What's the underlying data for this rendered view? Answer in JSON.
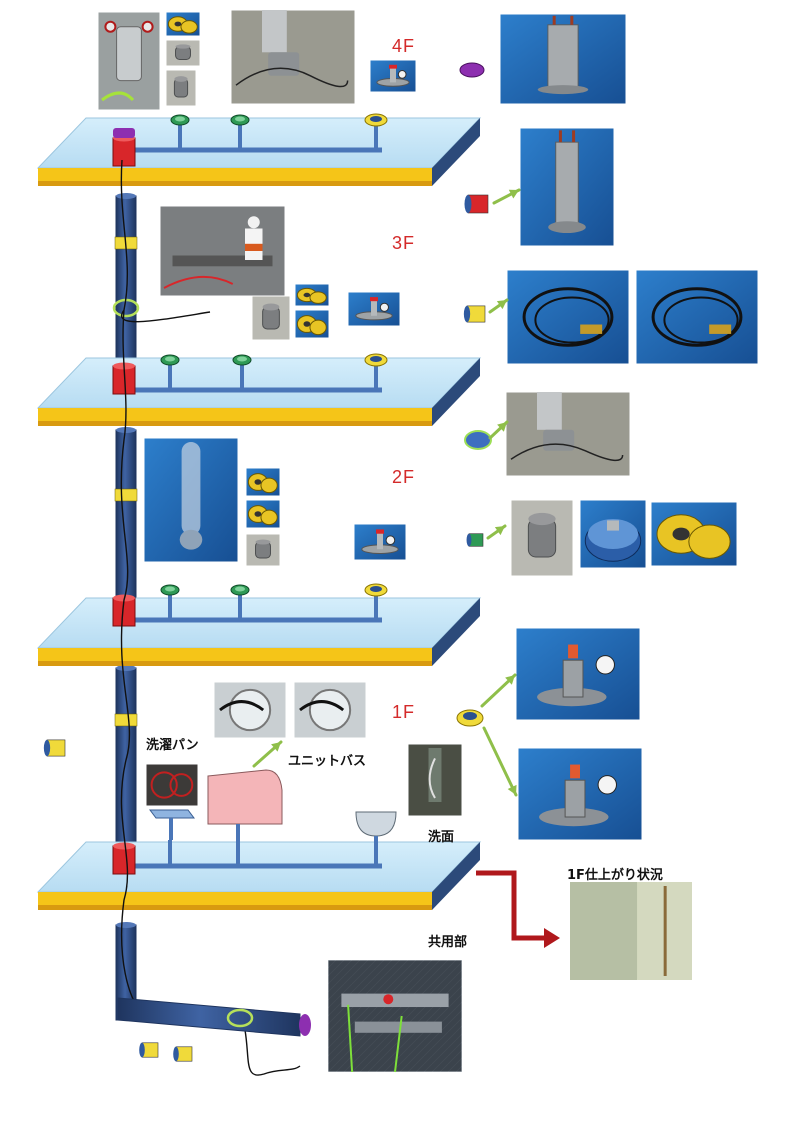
{
  "floors": [
    {
      "id": "4f",
      "label": "4F"
    },
    {
      "id": "3f",
      "label": "3F"
    },
    {
      "id": "2f",
      "label": "2F"
    },
    {
      "id": "1f",
      "label": "1F"
    }
  ],
  "captions": {
    "laundry_pan": "洗濯パン",
    "unit_bath": "ユニットバス",
    "washbasin": "洗面",
    "common_area": "共用部",
    "finish_1f": "1F仕上がり状況"
  },
  "colors": {
    "slab_top": "#c5e6f7",
    "slab_edge": "#f5c518",
    "pipe": "#33538f",
    "pipe_dark": "#1f355f",
    "branch": "#4a76b8",
    "cap_red": "#d8262a",
    "cap_yellow": "#f0da3a",
    "cap_green": "#2f9a55",
    "cap_purple": "#8d2fb0",
    "callout_arrow": "#8fbf4a",
    "main_arrow": "#b0181c",
    "floor_label": "#d42a2a",
    "unit_bath_box": "#f4b5b8",
    "photo_blue": "#1f6ab8"
  },
  "photos": [
    {
      "id": "4f-pump-unit",
      "kind": "machine"
    },
    {
      "id": "4f-reels",
      "kind": "reels"
    },
    {
      "id": "4f-cap",
      "kind": "cap"
    },
    {
      "id": "4f-pipe-floor",
      "kind": "gray"
    },
    {
      "id": "4f-gauge",
      "kind": "gauge"
    },
    {
      "id": "top-vacuum-unit",
      "kind": "vessel"
    },
    {
      "id": "riser-vacuum-unit",
      "kind": "vessel"
    },
    {
      "id": "3f-worker",
      "kind": "worker"
    },
    {
      "id": "3f-cap",
      "kind": "cap"
    },
    {
      "id": "3f-reels",
      "kind": "reels"
    },
    {
      "id": "3f-gauge",
      "kind": "gauge"
    },
    {
      "id": "cable-coil-1",
      "kind": "cable"
    },
    {
      "id": "cable-coil-2",
      "kind": "cable"
    },
    {
      "id": "pipe-joint",
      "kind": "gray"
    },
    {
      "id": "2f-inner-pipe",
      "kind": "tube"
    },
    {
      "id": "2f-reels",
      "kind": "reels"
    },
    {
      "id": "2f-cap",
      "kind": "cap"
    },
    {
      "id": "2f-gauge",
      "kind": "gauge"
    },
    {
      "id": "plug-cap",
      "kind": "cap"
    },
    {
      "id": "plug-blue",
      "kind": "disc"
    },
    {
      "id": "plug-yellow",
      "kind": "reels"
    },
    {
      "id": "gauge-valve-1",
      "kind": "valve"
    },
    {
      "id": "gauge-valve-2",
      "kind": "valve"
    },
    {
      "id": "1f-bath-drain-1",
      "kind": "drain"
    },
    {
      "id": "1f-bath-drain-2",
      "kind": "drain"
    },
    {
      "id": "1f-laundry-drain",
      "kind": "coils"
    },
    {
      "id": "1f-washbasin",
      "kind": "washbasin"
    },
    {
      "id": "1f-finish",
      "kind": "room"
    },
    {
      "id": "basement-pipes",
      "kind": "basement"
    }
  ]
}
